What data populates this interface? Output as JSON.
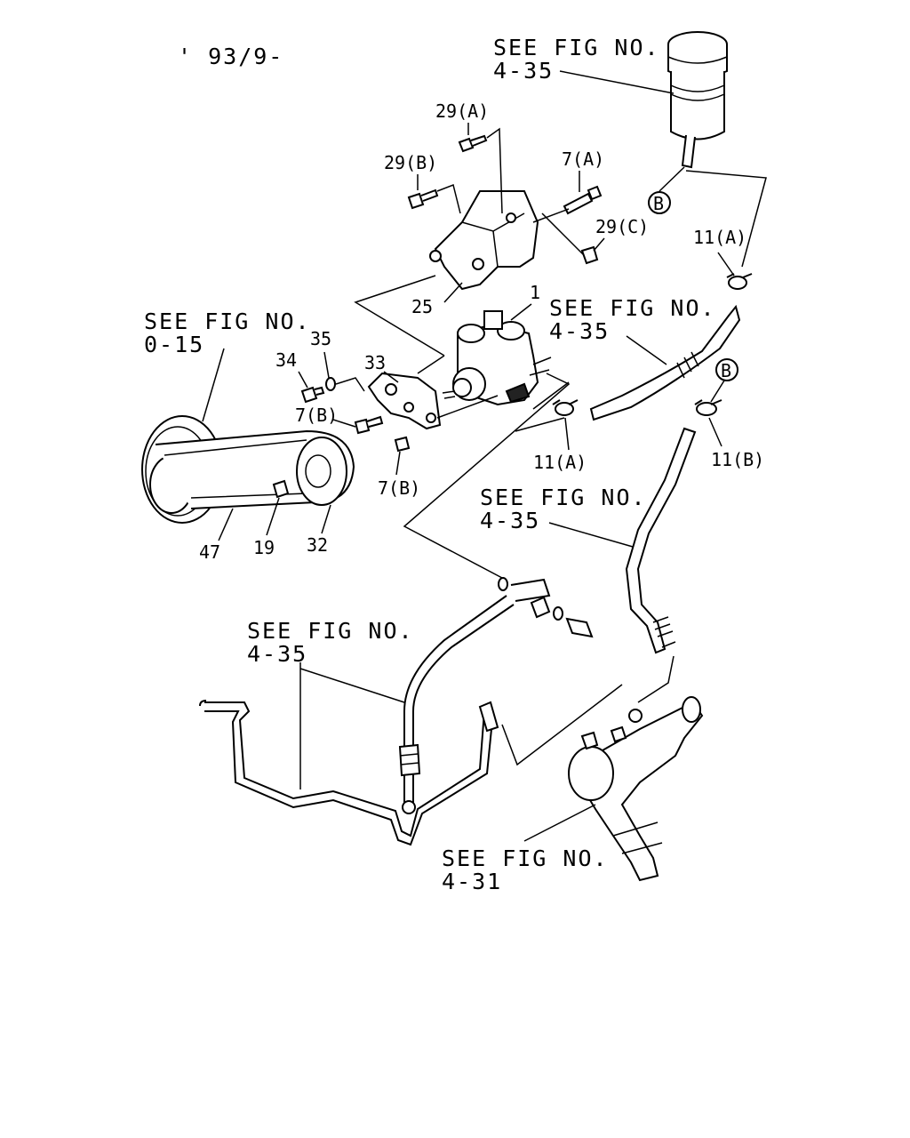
{
  "date_code": "' 93/9-",
  "refs": {
    "see_fig_label": "SEE FIG NO.",
    "reservoir_ref": "4-35",
    "pulley_ref": "0-15",
    "return_hose_ref": "4-35",
    "pressure_hose_ref": "4-35",
    "pipe_ref": "4-35",
    "gear_ref": "4-31"
  },
  "callouts": {
    "c1": "1",
    "c7a": "7(A)",
    "c7b_upper": "7(B)",
    "c7b_lower": "7(B)",
    "c11a_upper": "11(A)",
    "c11a_lower": "11(A)",
    "c11b": "11(B)",
    "c19": "19",
    "c25": "25",
    "c29a": "29(A)",
    "c29b": "29(B)",
    "c29c": "29(C)",
    "c32": "32",
    "c33": "33",
    "c34": "34",
    "c35": "35",
    "c47": "47",
    "circle_b": "B"
  }
}
